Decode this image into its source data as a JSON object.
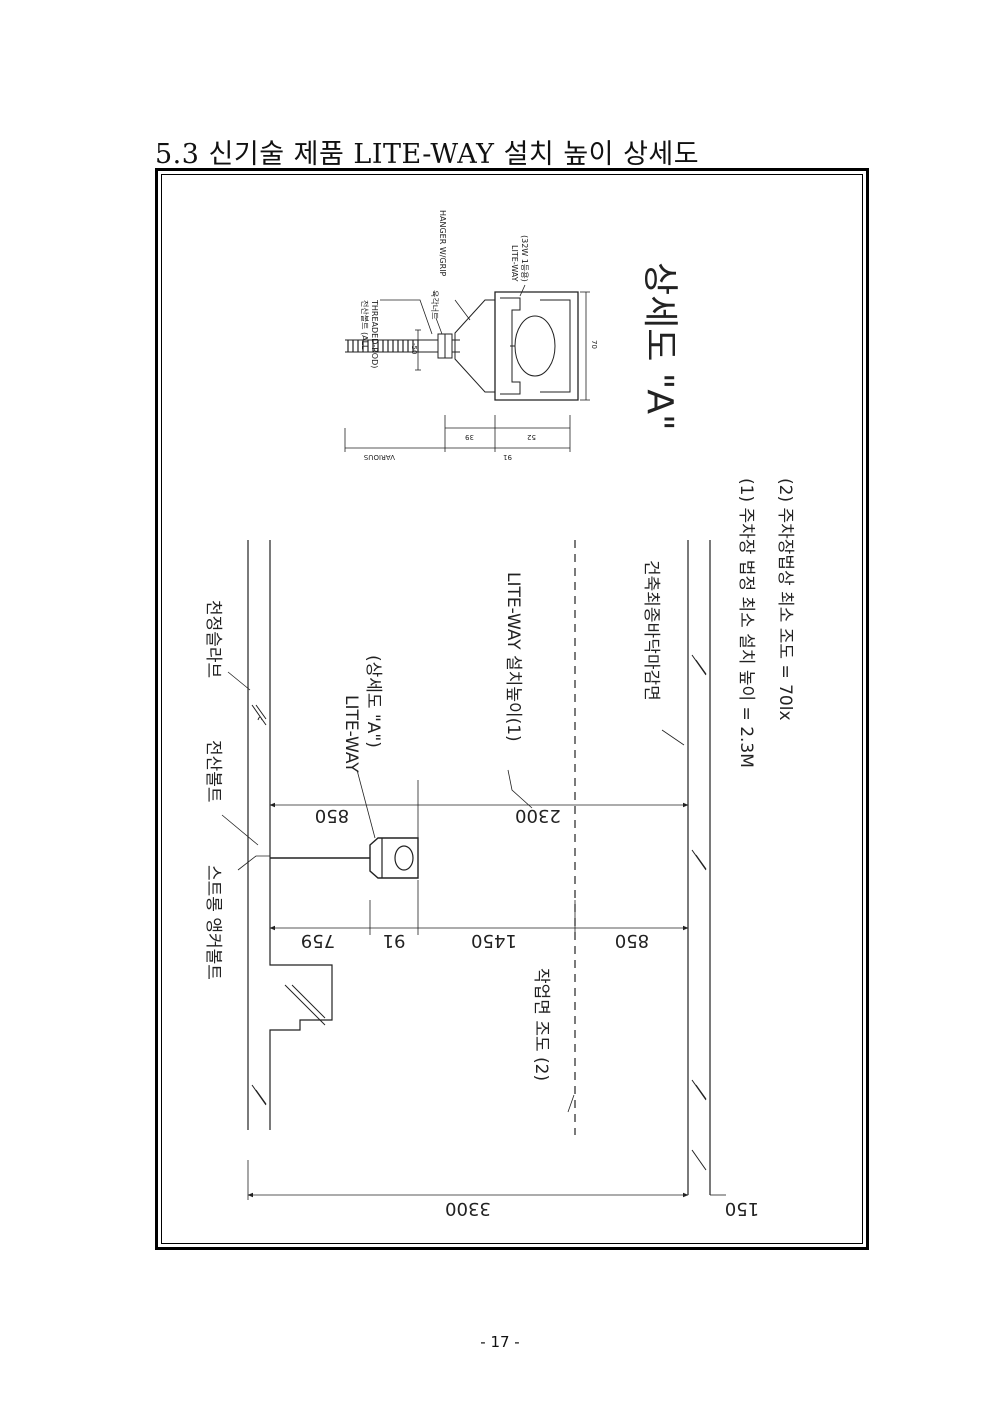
{
  "heading": "5.3 신기술 제품 LITE-WAY 설치 높이 상세도",
  "page_number": "- 17 -",
  "drawing": {
    "labels": {
      "ceiling_slab": "천정슬라브",
      "full_thread_bolt": "전산볼트",
      "strong_anchor_bolt": "스트롱 앵커볼트",
      "liteway": "LITE-WAY",
      "detail_ref": "(상세도 \"A\")",
      "install_height": "LITE-WAY 설치높이(1)",
      "floor_finish": "건축최종바닥마감면",
      "work_plane": "작업면 조도 (2)"
    },
    "dimensions": {
      "d759": "759",
      "d91": "91",
      "d1450": "1450",
      "d850_low": "850",
      "d850_up": "850",
      "d2300": "2300",
      "d3300": "3300",
      "d150": "150"
    },
    "notes": {
      "note1": "(1) 주차장 법정 최소 설치 높이 = 2.3M",
      "note2": "(2) 주차장법상 최소 조도 = 70lx"
    },
    "detail": {
      "title": "상세도 \"A\"",
      "bolt_label_1": "전산볼트 (ALL",
      "bolt_label_2": "THREADED-ROD)",
      "nut_label": "육각너트",
      "hanger_label": "HANGER W/GRIP",
      "liteway_label_1": "LITE-WAY",
      "liteway_label_2": "(32W 1등용)",
      "dim_various": "VARIOUS",
      "dim_91": "91",
      "dim_39": "39",
      "dim_52": "52",
      "dim_50": "-50",
      "dim_70": "70"
    }
  }
}
